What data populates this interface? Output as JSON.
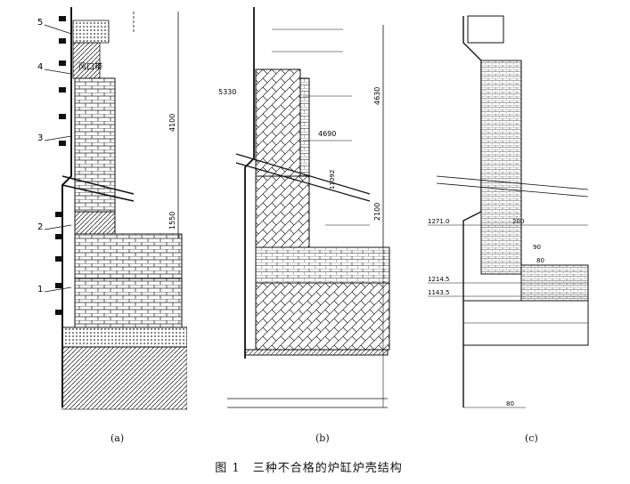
{
  "figure": {
    "number": "图 1",
    "title": "三种不合格的炉缸炉壳结构"
  },
  "panels": [
    {
      "label": "(a)",
      "leaders": [
        "5",
        "4",
        "3",
        "2",
        "1"
      ],
      "texts": [
        "风口带",
        "4100",
        "1550"
      ]
    },
    {
      "label": "(b)",
      "texts": [
        "4630",
        "4690",
        "2100",
        "5330",
        "11092"
      ]
    },
    {
      "label": "(c)",
      "texts": [
        "1271.0",
        "200",
        "1214.5",
        "1143.5",
        "90",
        "80",
        "80"
      ]
    }
  ]
}
